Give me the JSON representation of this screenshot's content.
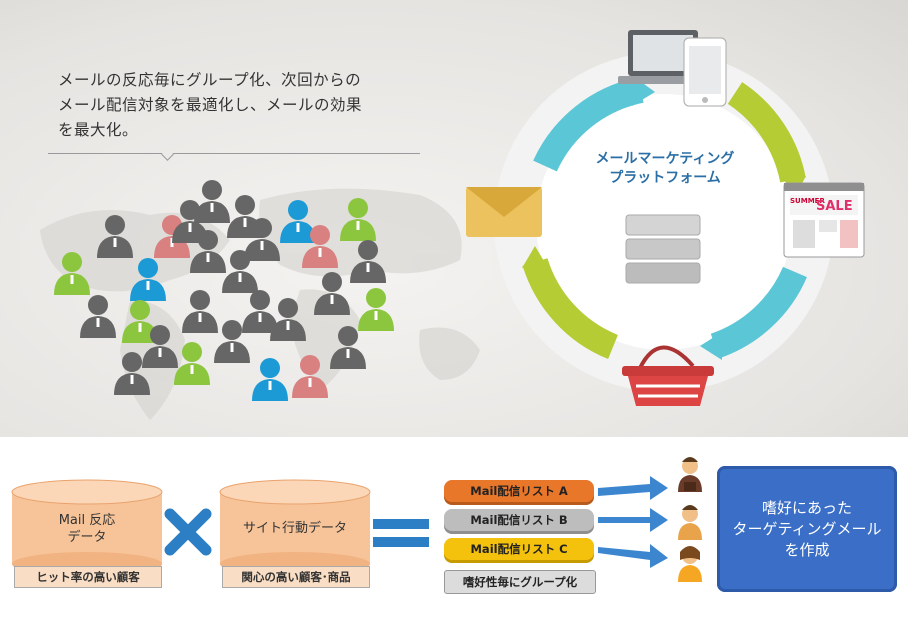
{
  "description": {
    "line1": "メールの反応毎にグループ化、次回からの",
    "line2": "メール配信対象を最適化し、メールの効果",
    "line3": "を最大化。"
  },
  "platform": {
    "title_line1": "メールマーケティング",
    "title_line2": "プラットフォーム"
  },
  "ad_banner": {
    "brand": "SUMMER",
    "sale": "SALE"
  },
  "databases": {
    "mail": {
      "label_line1": "Mail 反応",
      "label_line2": "データ",
      "tag": "ヒット率の高い顧客"
    },
    "site": {
      "label": "サイト行動データ",
      "tag": "関心の高い顧客･商品"
    }
  },
  "lists": [
    {
      "label": "Mail配信リスト A",
      "color": "#e8772a"
    },
    {
      "label": "Mail配信リスト B",
      "color": "#bdbdbd"
    },
    {
      "label": "Mail配信リスト C",
      "color": "#f4c20d"
    }
  ],
  "group_label": "嗜好性毎にグループ化",
  "result": {
    "line1": "嗜好にあった",
    "line2": "ターゲティングメール",
    "line3": "を作成"
  },
  "colors": {
    "cycle_blue": "#5bc6d6",
    "cycle_green": "#b5cc34",
    "person_gray": "#666666",
    "person_green": "#8cc63f",
    "person_blue": "#1c9ad6",
    "person_pink": "#d98080",
    "db_orange": "#f7c49a",
    "result_blue": "#3b6fc7"
  }
}
